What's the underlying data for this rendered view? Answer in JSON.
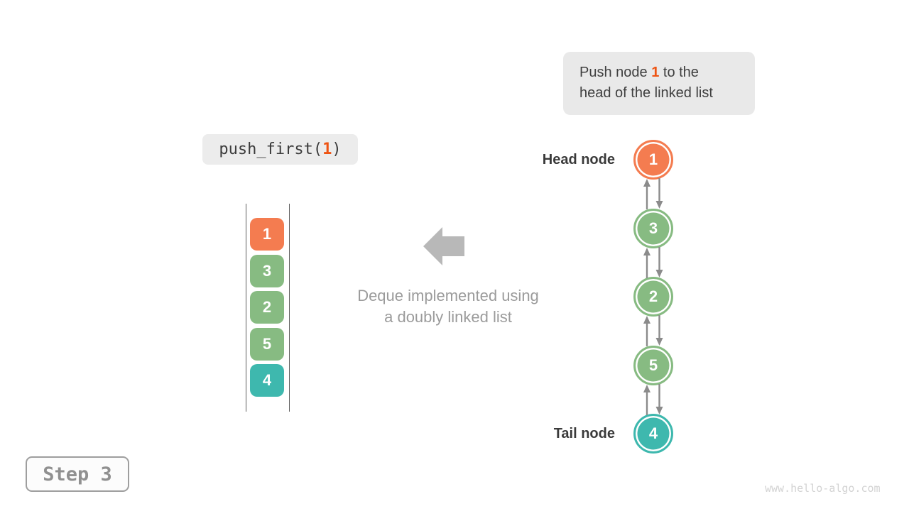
{
  "colors": {
    "orange": "#F47C50",
    "green": "#87BB82",
    "teal": "#3EB8AE",
    "highlight_orange": "#EE5413",
    "arrow_gray": "#8B8B8B",
    "big_arrow_gray": "#B8B8B8"
  },
  "annotation": {
    "line1_pre": "Push node ",
    "line1_num": "1",
    "line1_post": " to the",
    "line2": "head of the linked list"
  },
  "code": {
    "pre": "push_first(",
    "num": "1",
    "post": ")"
  },
  "deque": {
    "items": [
      {
        "value": "1",
        "color": "#F47C50"
      },
      {
        "value": "3",
        "color": "#87BB82"
      },
      {
        "value": "2",
        "color": "#87BB82"
      },
      {
        "value": "5",
        "color": "#87BB82"
      },
      {
        "value": "4",
        "color": "#3EB8AE"
      }
    ]
  },
  "caption": {
    "line1": "Deque implemented using",
    "line2": "a doubly linked list"
  },
  "linked_list": {
    "head_label": "Head node",
    "tail_label": "Tail node",
    "nodes": [
      {
        "value": "1",
        "color": "#F47C50"
      },
      {
        "value": "3",
        "color": "#87BB82"
      },
      {
        "value": "2",
        "color": "#87BB82"
      },
      {
        "value": "5",
        "color": "#87BB82"
      },
      {
        "value": "4",
        "color": "#3EB8AE"
      }
    ]
  },
  "step": {
    "label": "Step 3"
  },
  "watermark": {
    "text": "www.hello-algo.com"
  },
  "icons": {
    "big_left_arrow": "left-block-arrow",
    "connector_up": "up-arrow",
    "connector_down": "down-arrow"
  }
}
